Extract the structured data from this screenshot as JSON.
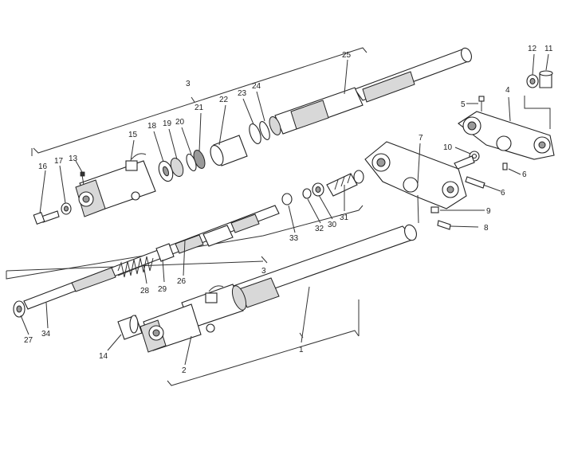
{
  "diagram": {
    "callouts": [
      "1",
      "2",
      "3",
      "3",
      "4",
      "5",
      "6",
      "6",
      "7",
      "8",
      "9",
      "10",
      "11",
      "12",
      "13",
      "14",
      "15",
      "16",
      "17",
      "18",
      "19",
      "20",
      "21",
      "22",
      "23",
      "24",
      "25",
      "26",
      "27",
      "28",
      "29",
      "30",
      "31",
      "32",
      "33",
      "34"
    ]
  }
}
